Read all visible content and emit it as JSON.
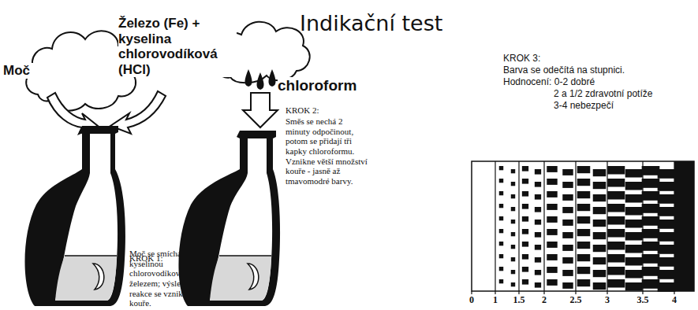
{
  "diagram": {
    "title": "Indikační test",
    "labels": [
      "Moč",
      "Železo (Fe) + kyselina chlorovodíková (HCl)",
      "KROK 1:",
      "Moč se smíchá s kyselinou chlorovodíkovou a železem; výsledkem je reakce se vznikem kouře.",
      "chloroform",
      "KROK 2:",
      "Směs se nechá 2 minuty odpočinout, potom se přidají tři kapky chloroformu. Vznikne větší množství kouře - jasně až tmavomodré barvy.",
      "KROK 3:",
      "Barva se odečítá na stupnici.",
      "Hodnocení: 0-2 dobré",
      "2 a 1/2 zdravotní potíže",
      "3-4 nebezpečí",
      "0",
      "1",
      "1.5",
      "2",
      "2.5",
      "3",
      "3.5",
      "4"
    ]
  }
}
